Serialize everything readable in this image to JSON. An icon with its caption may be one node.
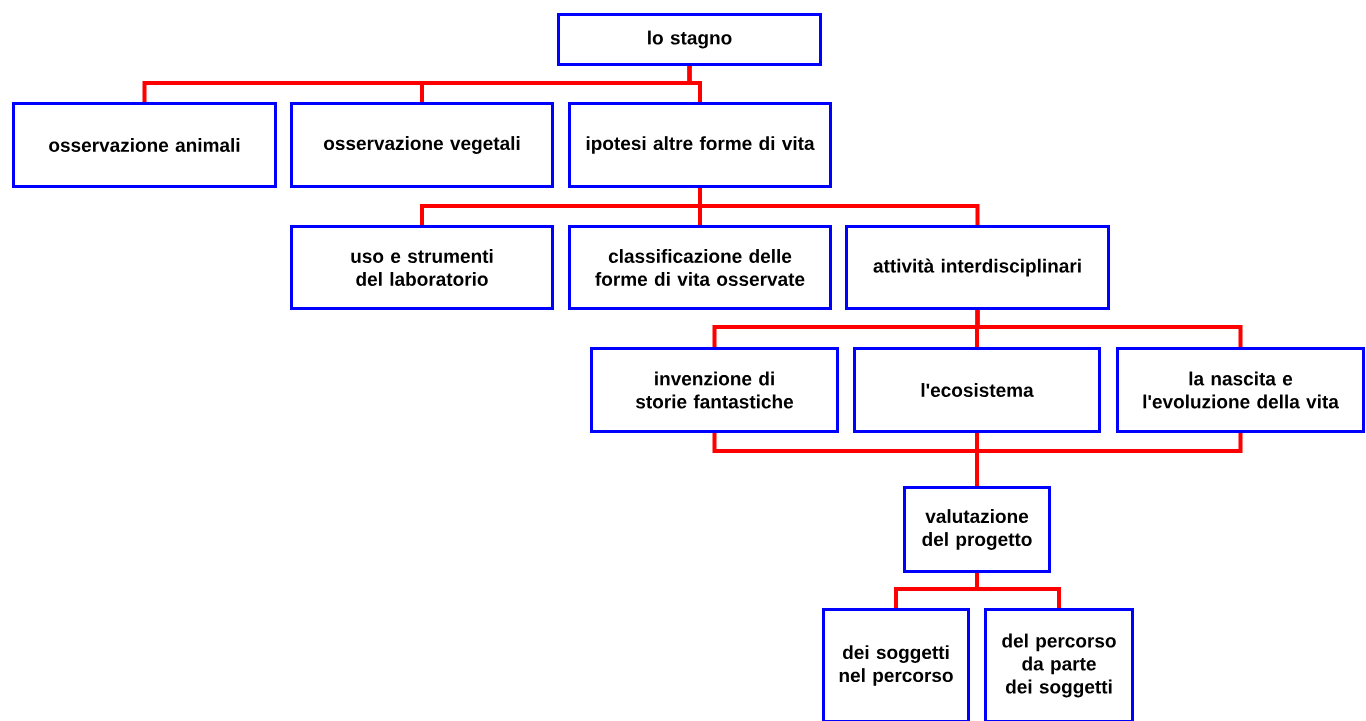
{
  "diagram": {
    "nodes": [
      {
        "text": [
          "lo stagno"
        ]
      },
      {
        "text": [
          "osservazione animali"
        ]
      },
      {
        "text": [
          "osservazione vegetali"
        ]
      },
      {
        "text": [
          "ipotesi altre forme di vita"
        ]
      },
      {
        "text": [
          "uso e strumenti del laboratorio"
        ]
      },
      {
        "text": [
          "classificazione delle forme di vita osservate"
        ]
      },
      {
        "text": [
          "attività interdisciplinari"
        ]
      },
      {
        "text": [
          "invenzione di storie fantastiche"
        ]
      },
      {
        "text": [
          "l'ecosistema"
        ]
      },
      {
        "text": [
          "la nascita e l'evoluzione della vita"
        ]
      },
      {
        "text": [
          "valutazione del progetto"
        ]
      },
      {
        "text": [
          "dei soggetti nel percorso"
        ]
      },
      {
        "text": [
          "del percorso da parte dei soggetti"
        ]
      }
    ],
    "edges": [
      {
        "from": 0,
        "to": 1,
        "arrow": "none"
      },
      {
        "from": 0,
        "to": 2,
        "arrow": "none"
      },
      {
        "from": 0,
        "to": 3,
        "arrow": "none"
      },
      {
        "from": 3,
        "to": 4,
        "arrow": "none"
      },
      {
        "from": 3,
        "to": 5,
        "arrow": "none"
      },
      {
        "from": 3,
        "to": 6,
        "arrow": "none"
      },
      {
        "from": 6,
        "to": 7,
        "arrow": "none"
      },
      {
        "from": 6,
        "to": 8,
        "arrow": "none"
      },
      {
        "from": 6,
        "to": 9,
        "arrow": "none"
      },
      {
        "from": 7,
        "to": 10,
        "arrow": "none"
      },
      {
        "from": 8,
        "to": 10,
        "arrow": "none"
      },
      {
        "from": 9,
        "to": 10,
        "arrow": "none"
      },
      {
        "from": 10,
        "to": 11,
        "arrow": "none"
      },
      {
        "from": 10,
        "to": 12,
        "arrow": "none"
      }
    ]
  }
}
